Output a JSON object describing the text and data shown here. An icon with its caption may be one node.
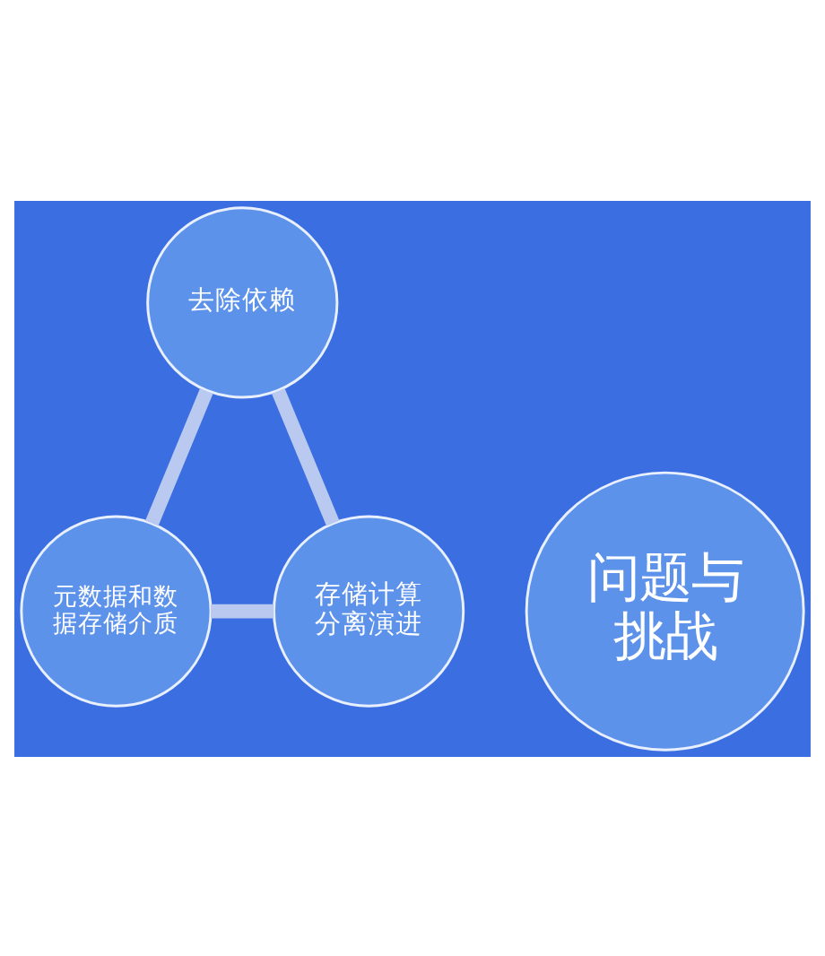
{
  "diagram": {
    "nodes": [
      {
        "text": [
          "问题与挑战"
        ]
      },
      {
        "text": [
          "去除依赖"
        ]
      },
      {
        "text": [
          "存储计算分离演进"
        ]
      },
      {
        "text": [
          "元数据和数据存储介质"
        ]
      }
    ],
    "edges": [
      {
        "from": 1,
        "to": 3,
        "arrow": "none"
      },
      {
        "from": 3,
        "to": 2,
        "arrow": "none"
      },
      {
        "from": 2,
        "to": 1,
        "arrow": "none"
      }
    ]
  }
}
